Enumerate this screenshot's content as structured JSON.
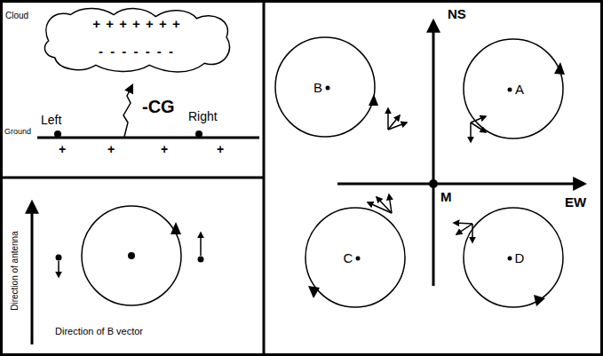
{
  "diagram": {
    "nodes": [
      {
        "text": [
          "+ + + + + + +",
          "- - - - - - -"
        ]
      },
      {
        "text": [
          "B"
        ]
      },
      {
        "text": [
          "A"
        ]
      },
      {
        "text": [
          "C"
        ]
      },
      {
        "text": [
          "D"
        ]
      }
    ],
    "labels": [
      "Cloud",
      "-CG",
      "Ground",
      "Left",
      "Right",
      "+",
      "+",
      "+",
      "+",
      "Direction of antenna",
      "Direction of B vector",
      "NS",
      "EW",
      "M"
    ]
  }
}
